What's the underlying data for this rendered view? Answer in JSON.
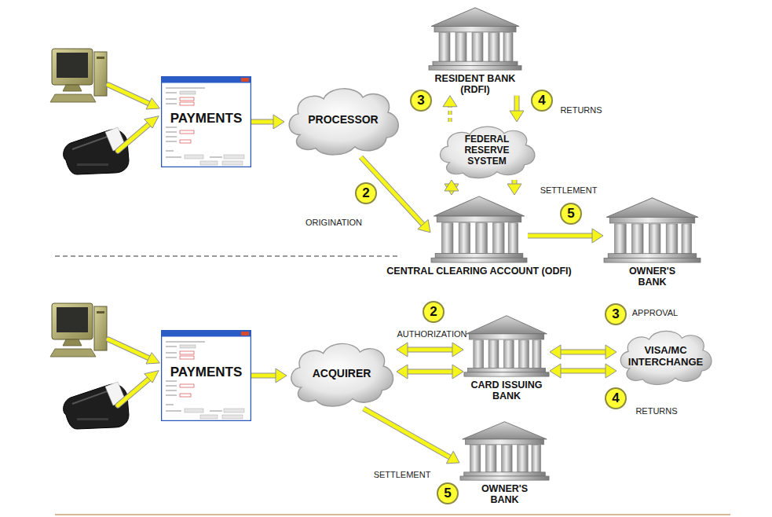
{
  "diagram": {
    "nodes": [
      {
        "text": [
          "PAYMENTS"
        ]
      },
      {
        "text": [
          "PROCESSOR"
        ]
      },
      {
        "text": [
          "RESIDENT BANK (RDFI)"
        ]
      },
      {
        "text": [
          "FEDERAL RESERVE SYSTEM"
        ]
      },
      {
        "text": [
          "CENTRAL CLEARING ACCOUNT (ODFI)"
        ]
      },
      {
        "text": [
          "OWNER'S BANK"
        ]
      },
      {
        "text": [
          "PAYMENTS"
        ]
      },
      {
        "text": [
          "ACQUIRER"
        ]
      },
      {
        "text": [
          "CARD ISSUING BANK"
        ]
      },
      {
        "text": [
          "VISA/MC INTERCHANGE"
        ]
      },
      {
        "text": [
          "OWNER'S BANK"
        ]
      }
    ],
    "edges": [
      {
        "from": 0,
        "to": 1,
        "arrow": "to"
      },
      {
        "from": 1,
        "to": 4,
        "arrow": "to"
      },
      {
        "from": 3,
        "to": 2,
        "arrow": "to"
      },
      {
        "from": 2,
        "to": 3,
        "arrow": "to"
      },
      {
        "from": 3,
        "to": 4,
        "arrow": "both"
      },
      {
        "from": 3,
        "to": 4,
        "arrow": "to"
      },
      {
        "from": 4,
        "to": 5,
        "arrow": "to"
      },
      {
        "from": 6,
        "to": 7,
        "arrow": "to"
      },
      {
        "from": 7,
        "to": 8,
        "arrow": "both"
      },
      {
        "from": 7,
        "to": 8,
        "arrow": "both"
      },
      {
        "from": 8,
        "to": 9,
        "arrow": "both"
      },
      {
        "from": 8,
        "to": 9,
        "arrow": "both"
      },
      {
        "from": 7,
        "to": 10,
        "arrow": "to"
      }
    ],
    "labels": [
      "3",
      "4",
      "RETURNS",
      "2",
      "ORIGINATION",
      "SETTLEMENT",
      "5",
      "2",
      "AUTHORIZATION",
      "3",
      "APPROVAL",
      "4",
      "RETURNS",
      "SETTLEMENT",
      "5"
    ]
  }
}
